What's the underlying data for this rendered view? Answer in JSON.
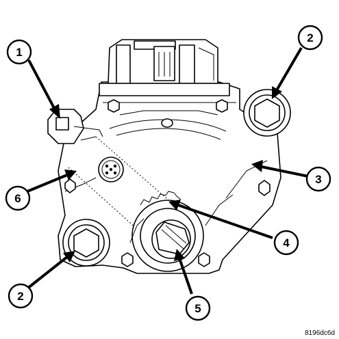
{
  "callouts": [
    {
      "id": "c1",
      "label": "1"
    },
    {
      "id": "c2a",
      "label": "2"
    },
    {
      "id": "c2b",
      "label": "2"
    },
    {
      "id": "c3",
      "label": "3"
    },
    {
      "id": "c4",
      "label": "4"
    },
    {
      "id": "c5",
      "label": "5"
    },
    {
      "id": "c6",
      "label": "6"
    }
  ],
  "figure_id": "8196dc6d"
}
